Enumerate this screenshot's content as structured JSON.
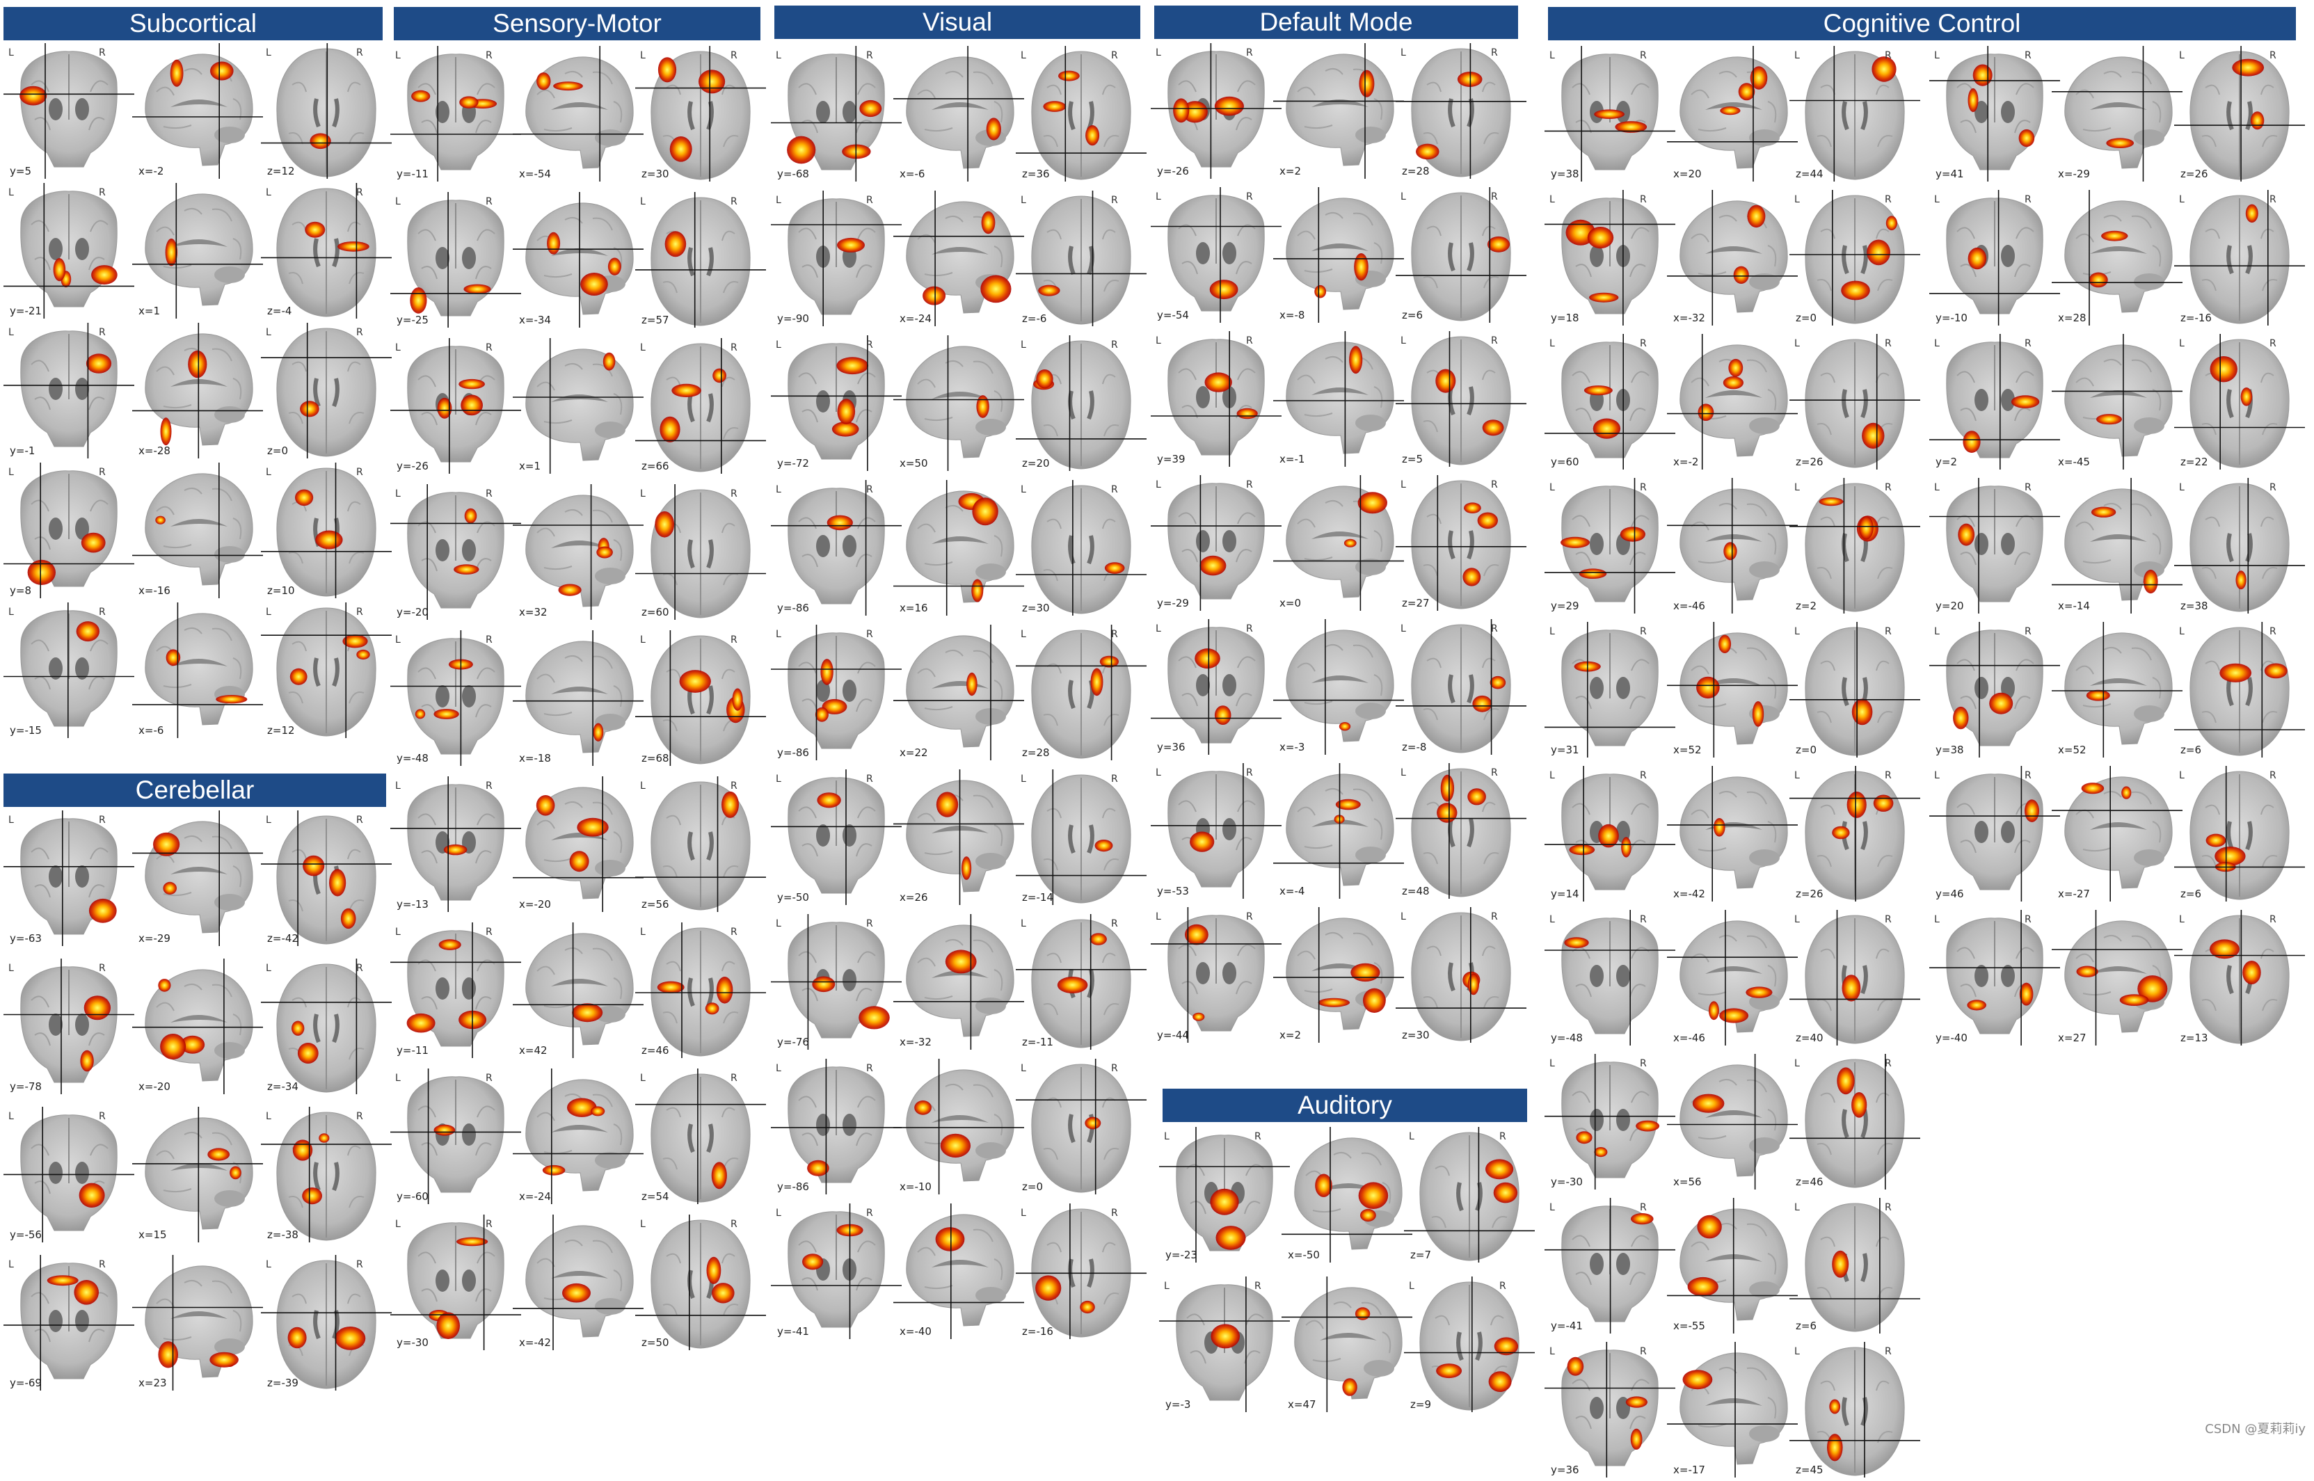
{
  "networks": [
    {
      "name": "Subcortical",
      "rows": [
        [
          "y=5",
          "x=-2",
          "z=12"
        ],
        [
          "y=-21",
          "x=1",
          "z=-4"
        ],
        [
          "y=-1",
          "x=-28",
          "z=0"
        ],
        [
          "y=8",
          "x=-16",
          "z=10"
        ],
        [
          "y=-15",
          "x=-6",
          "z=12"
        ]
      ]
    },
    {
      "name": "Cerebellar",
      "rows": [
        [
          "y=-63",
          "x=-29",
          "z=-42"
        ],
        [
          "y=-78",
          "x=-20",
          "z=-34"
        ],
        [
          "y=-56",
          "x=15",
          "z=-38"
        ],
        [
          "y=-69",
          "x=23",
          "z=-39"
        ]
      ]
    },
    {
      "name": "Sensory-Motor",
      "rows": [
        [
          "y=-11",
          "x=-54",
          "z=30"
        ],
        [
          "y=-25",
          "x=-34",
          "z=57"
        ],
        [
          "y=-26",
          "x=1",
          "z=66"
        ],
        [
          "y=-20",
          "x=32",
          "z=60"
        ],
        [
          "y=-48",
          "x=-18",
          "z=68"
        ],
        [
          "y=-13",
          "x=-20",
          "z=56"
        ],
        [
          "y=-11",
          "x=42",
          "z=46"
        ],
        [
          "y=-60",
          "x=-24",
          "z=54"
        ],
        [
          "y=-30",
          "x=-42",
          "z=50"
        ]
      ]
    },
    {
      "name": "Visual",
      "rows": [
        [
          "y=-68",
          "x=-6",
          "z=36"
        ],
        [
          "y=-90",
          "x=-24",
          "z=-6"
        ],
        [
          "y=-72",
          "x=50",
          "z=20"
        ],
        [
          "y=-86",
          "x=16",
          "z=30"
        ],
        [
          "y=-86",
          "x=22",
          "z=28"
        ],
        [
          "y=-50",
          "x=26",
          "z=-14"
        ],
        [
          "y=-76",
          "x=-32",
          "z=-11"
        ],
        [
          "y=-86",
          "x=-10",
          "z=0"
        ],
        [
          "y=-41",
          "x=-40",
          "z=-16"
        ]
      ]
    },
    {
      "name": "Default Mode",
      "rows": [
        [
          "y=-26",
          "x=2",
          "z=28"
        ],
        [
          "y=-54",
          "x=-8",
          "z=6"
        ],
        [
          "y=39",
          "x=-1",
          "z=5"
        ],
        [
          "y=-29",
          "x=0",
          "z=27"
        ],
        [
          "y=36",
          "x=-3",
          "z=-8"
        ],
        [
          "y=-53",
          "x=-4",
          "z=48"
        ],
        [
          "y=-44",
          "x=2",
          "z=30"
        ]
      ]
    },
    {
      "name": "Auditory",
      "rows": [
        [
          "y=-23",
          "x=-50",
          "z=7"
        ],
        [
          "y=-3",
          "x=47",
          "z=9"
        ]
      ]
    },
    {
      "name": "Cognitive Control",
      "left": [
        [
          "y=38",
          "x=20",
          "z=44"
        ],
        [
          "y=18",
          "x=-32",
          "z=0"
        ],
        [
          "y=60",
          "x=-2",
          "z=26"
        ],
        [
          "y=29",
          "x=-46",
          "z=2"
        ],
        [
          "y=31",
          "x=52",
          "z=0"
        ],
        [
          "y=14",
          "x=-42",
          "z=26"
        ],
        [
          "y=-48",
          "x=-46",
          "z=40"
        ],
        [
          "y=-30",
          "x=56",
          "z=46"
        ],
        [
          "y=-41",
          "x=-55",
          "z=6"
        ],
        [
          "y=36",
          "x=-17",
          "z=45"
        ]
      ],
      "right": [
        [
          "y=41",
          "x=-29",
          "z=26"
        ],
        [
          "y=-10",
          "x=28",
          "z=-16"
        ],
        [
          "y=2",
          "x=-45",
          "z=22"
        ],
        [
          "y=20",
          "x=-14",
          "z=38"
        ],
        [
          "y=38",
          "x=52",
          "z=6"
        ],
        [
          "y=46",
          "x=-27",
          "z=6"
        ],
        [
          "y=-40",
          "x=27",
          "z=13"
        ]
      ]
    }
  ],
  "orientation": {
    "left": "L",
    "right": "R"
  },
  "watermark": "CSDN @夏莉莉iy",
  "colors": {
    "header": "#1e4b87",
    "activation_core": "#ffff66",
    "activation_mid": "#ffa000",
    "activation_edge": "#c81400"
  }
}
